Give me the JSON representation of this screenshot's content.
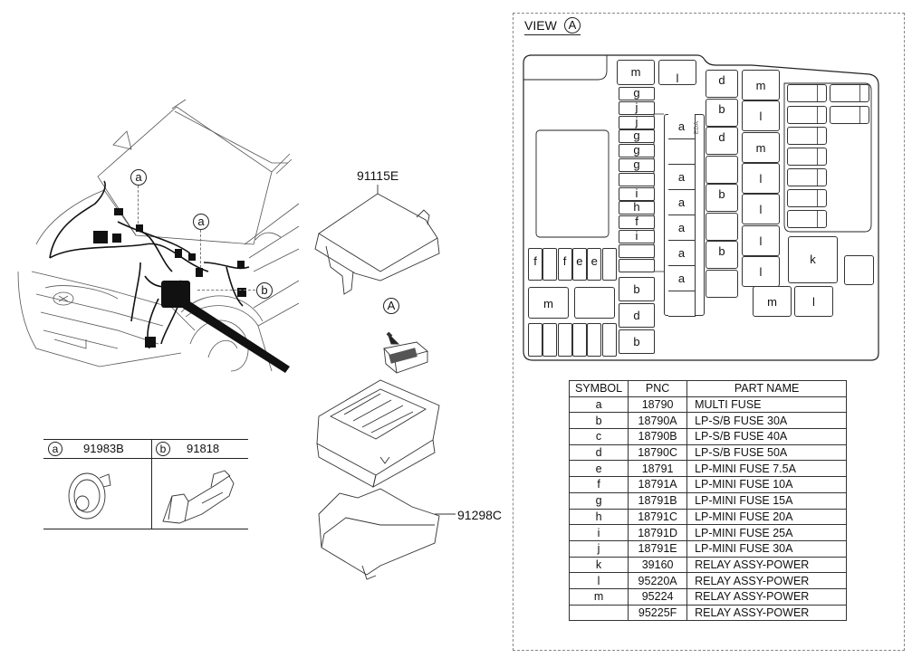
{
  "main_illustration": {
    "callouts": [
      {
        "symbol": "a",
        "leader": "dashed"
      },
      {
        "symbol": "a",
        "leader": "dashed"
      },
      {
        "symbol": "b",
        "leader": "dashed"
      }
    ]
  },
  "accessories": [
    {
      "symbol": "a",
      "part_number": "91983B",
      "item": "grommet"
    },
    {
      "symbol": "b",
      "part_number": "91818",
      "item": "protector"
    }
  ],
  "fuse_box_parts": {
    "cover_label": "91115E",
    "view_marker": "A",
    "lower_cover_label": "91298C"
  },
  "view": {
    "title": "VIEW",
    "marker": "A",
    "slots": {
      "top_row": [
        "m",
        "l"
      ],
      "left_column": [
        "g",
        "j",
        "j",
        "g",
        "g",
        "g",
        "",
        "i",
        "h",
        "f",
        "i",
        "",
        "",
        "b",
        "d",
        "b"
      ],
      "small_fuses_row": [
        "f",
        "",
        "f",
        "e",
        "e",
        ""
      ],
      "bottom_left": [
        "m",
        ""
      ],
      "multi_fuse": [
        "a",
        "",
        "a",
        "a",
        "a",
        "a",
        "a",
        ""
      ],
      "multi_fuse_tag": "EDA",
      "sb_column": [
        "d",
        "b",
        "d",
        "",
        "b",
        "",
        "b",
        ""
      ],
      "relay_column": [
        "m",
        "l",
        "m",
        "l",
        "l",
        "l",
        "l"
      ],
      "relay_k": "k",
      "bottom_relays": [
        "m",
        "l"
      ]
    }
  },
  "parts_table": {
    "headers": [
      "SYMBOL",
      "PNC",
      "PART NAME"
    ],
    "rows": [
      {
        "symbol": "a",
        "pnc": "18790",
        "name": "MULTI FUSE"
      },
      {
        "symbol": "b",
        "pnc": "18790A",
        "name": "LP-S/B FUSE 30A"
      },
      {
        "symbol": "c",
        "pnc": "18790B",
        "name": "LP-S/B FUSE 40A"
      },
      {
        "symbol": "d",
        "pnc": "18790C",
        "name": "LP-S/B FUSE 50A"
      },
      {
        "symbol": "e",
        "pnc": "18791",
        "name": "LP-MINI FUSE 7.5A"
      },
      {
        "symbol": "f",
        "pnc": "18791A",
        "name": "LP-MINI FUSE 10A"
      },
      {
        "symbol": "g",
        "pnc": "18791B",
        "name": "LP-MINI FUSE 15A"
      },
      {
        "symbol": "h",
        "pnc": "18791C",
        "name": "LP-MINI FUSE 20A"
      },
      {
        "symbol": "i",
        "pnc": "18791D",
        "name": "LP-MINI FUSE 25A"
      },
      {
        "symbol": "j",
        "pnc": "18791E",
        "name": "LP-MINI FUSE 30A"
      },
      {
        "symbol": "k",
        "pnc": "39160",
        "name": "RELAY ASSY-POWER"
      },
      {
        "symbol": "l",
        "pnc": "95220A",
        "name": "RELAY ASSY-POWER"
      },
      {
        "symbol": "m",
        "pnc": "95224",
        "name": "RELAY ASSY-POWER"
      },
      {
        "symbol": "",
        "pnc": "95225F",
        "name": "RELAY ASSY-POWER"
      }
    ]
  }
}
